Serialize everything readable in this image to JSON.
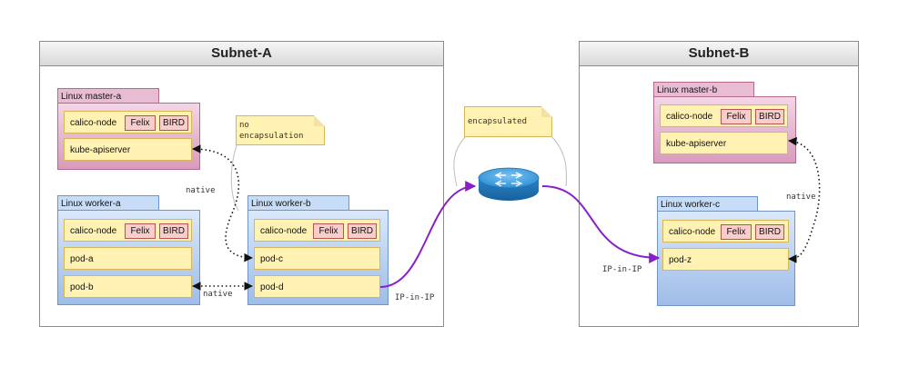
{
  "subnets": {
    "a": {
      "title": "Subnet-A"
    },
    "b": {
      "title": "Subnet-B"
    }
  },
  "hosts": {
    "master_a": {
      "title": "Linux master-a",
      "rows": [
        "calico-node",
        "kube-apiserver"
      ]
    },
    "worker_a": {
      "title": "Linux worker-a",
      "rows": [
        "calico-node",
        "pod-a",
        "pod-b"
      ]
    },
    "worker_b": {
      "title": "Linux worker-b",
      "rows": [
        "calico-node",
        "pod-c",
        "pod-d"
      ]
    },
    "master_b": {
      "title": "Linux master-b",
      "rows": [
        "calico-node",
        "kube-apiserver"
      ]
    },
    "worker_c": {
      "title": "Linux worker-c",
      "rows": [
        "calico-node",
        "pod-z"
      ]
    }
  },
  "agents": {
    "felix": "Felix",
    "bird": "BIRD"
  },
  "notes": {
    "no_encap_line1": "no",
    "no_encap_line2": "encapsulation",
    "encapsulated": "encapsulated"
  },
  "edge_labels": {
    "native_master_a": "native",
    "native_pods": "native",
    "native_master_b": "native",
    "ipip_left": "IP-in-IP",
    "ipip_right": "IP-in-IP"
  },
  "colors": {
    "ipip_line": "#8a1fc9",
    "router": "#2e8fd6",
    "note_fill": "#fff2b3",
    "master_fill": "#e8bdd3",
    "worker_fill": "#c7dcf7"
  },
  "icons": {
    "router": "router-icon"
  }
}
